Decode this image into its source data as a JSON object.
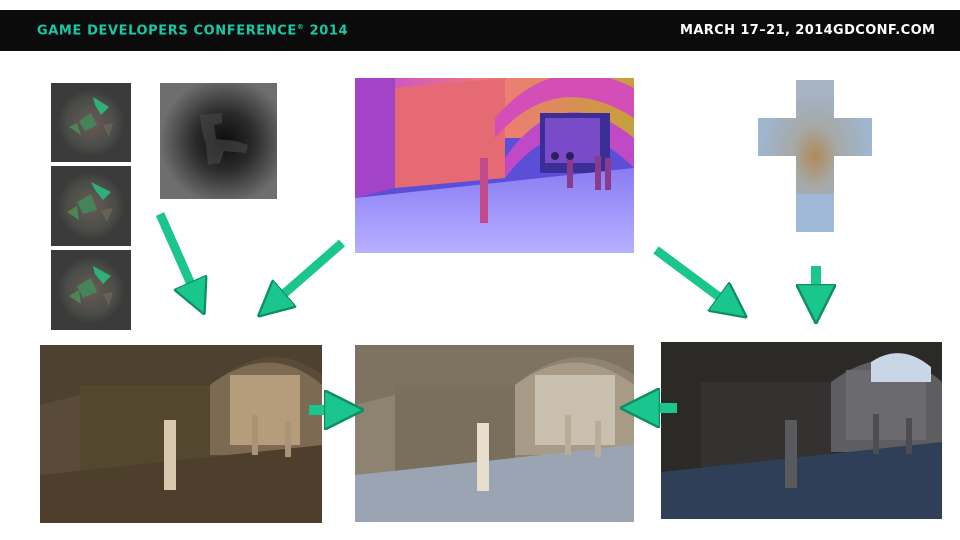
{
  "header": {
    "conference": "GAME DEVELOPERS CONFERENCE",
    "registered_mark": "®",
    "year": " 2014",
    "dates": "MARCH 17–21, 2014",
    "website": "GDCONF.COM"
  },
  "colors": {
    "header_bg": "#0b0b0b",
    "brand_teal": "#18c9a6",
    "arrow_green": "#1bc58e"
  }
}
